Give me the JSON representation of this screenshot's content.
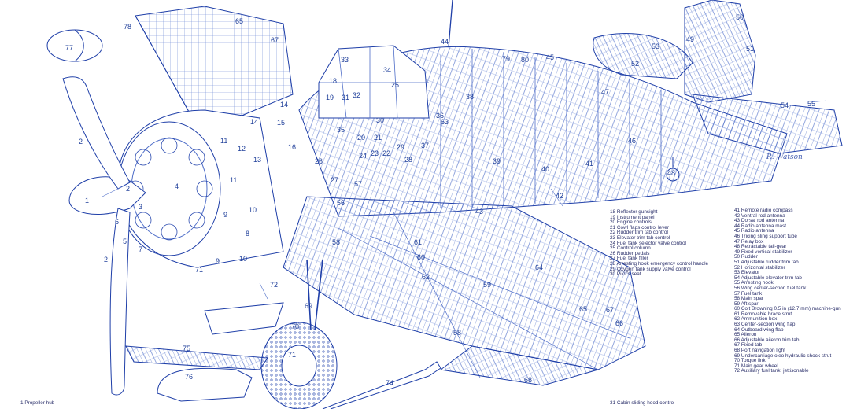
{
  "colors": {
    "ink": "#1f3fa8",
    "ink_light": "#6a86d6",
    "text": "#2a2f6a"
  },
  "signature": "R. Watson",
  "callouts": [
    "1",
    "2",
    "2",
    "2",
    "3",
    "4",
    "5",
    "6",
    "7",
    "8",
    "9",
    "9",
    "10",
    "10",
    "11",
    "11",
    "12",
    "13",
    "14",
    "14",
    "15",
    "16",
    "18",
    "19",
    "20",
    "21",
    "22",
    "23",
    "24",
    "25",
    "26",
    "27",
    "28",
    "29",
    "30",
    "31",
    "32",
    "33",
    "34",
    "35",
    "36",
    "37",
    "38",
    "39",
    "40",
    "41",
    "42",
    "43",
    "44",
    "45",
    "46",
    "47",
    "48",
    "49",
    "50",
    "51",
    "52",
    "53",
    "54",
    "55",
    "56",
    "57",
    "58",
    "58",
    "59",
    "60",
    "61",
    "62",
    "63",
    "64",
    "65",
    "65",
    "66",
    "67",
    "67",
    "68",
    "69",
    "70",
    "71",
    "71",
    "72",
    "74",
    "75",
    "76",
    "77",
    "78",
    "79",
    "80"
  ],
  "legend_col1": [
    "18 Reflector gunsight",
    "19 Instrument panel",
    "20 Engine controls",
    "21 Cowl flaps control lever",
    "22 Rudder trim tab control",
    "23 Elevator trim tab control",
    "24 Fuel tank selector valve control",
    "25 Control column",
    "26 Rudder pedals",
    "27 Fuel tank filler",
    "28 Arresting hook emergency control handle",
    "29 Oxygen tank supply valve control",
    "30 Pilot's seat"
  ],
  "legend_col2": [
    "41 Remote radio compass",
    "42 Ventral rod antenna",
    "43 Dorsal rod antenna",
    "44 Radio antenna mast",
    "45 Radio antenna",
    "46 Tricing sling support tube",
    "47 Relay box",
    "48 Retractable tail-gear",
    "49 Fixed vertical stabilizer",
    "50 Rudder",
    "51 Adjustable rudder trim tab",
    "52 Horizontal stabilizer",
    "53 Elevator",
    "54 Adjustable elevator trim tab",
    "55 Arresting hook",
    "56 Wing center-section fuel tank",
    "57 Fuel tank",
    "58 Main spar",
    "59 Aft spar",
    "60 Colt Browning 0.5 in (12.7 mm) machine-gun",
    "61 Removable brace strut",
    "62 Ammunition box",
    "63 Center-section wing flap",
    "64 Outboard wing flap",
    "65 Aileron",
    "66 Adjustable aileron trim tab",
    "67 Fixed tab",
    "68 Port navigation light",
    "69 Undercarriage oleo hydraulic shock strut",
    "70 Torque link",
    "71 Main gear wheel",
    "72 Auxiliary fuel tank, jettisonable"
  ],
  "legend_col3": [
    "1 Propeller hub"
  ],
  "legend_col4": [
    "31 Cabin sliding hood control"
  ]
}
